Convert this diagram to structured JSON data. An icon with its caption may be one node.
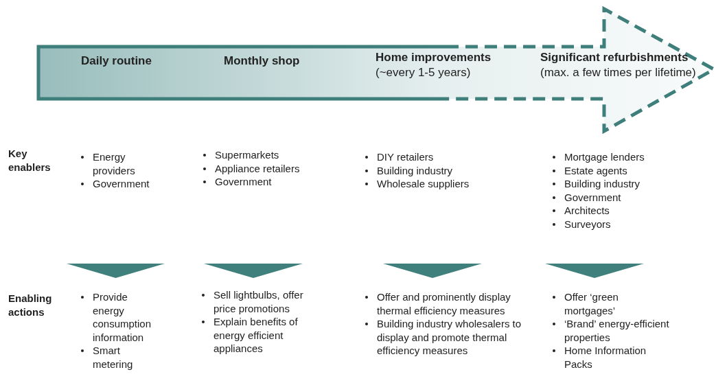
{
  "diagram": {
    "nodes": [
      {
        "text": [
          "Daily routine",
          "Monthly shop",
          "**Home improvements** (~every 1-5 years)",
          "**Significant refurbishments** (max. a few times per lifetime)"
        ]
      }
    ],
    "edges": [],
    "labels": [
      "Key enablers",
      "Energy providers",
      "Government",
      "Supermarkets",
      "Appliance retailers",
      "Government",
      "DIY retailers",
      "Building industry",
      "Wholesale suppliers",
      "Mortgage lenders",
      "Estate agents",
      "Building industry",
      "Government",
      "Architects",
      "Surveyors",
      "Enabling actions",
      "Provide energy consumption information",
      "Smart metering",
      "Sell lightbulbs, offer price promotions",
      "Explain benefits of energy efficient appliances",
      "Offer and prominently display thermal efficiency measures",
      "Building industry wholesalers to display and promote thermal efficiency measures",
      "Offer ‘green mortgages’",
      "‘Brand’ energy-efficient properties",
      "Home Information Packs"
    ]
  }
}
